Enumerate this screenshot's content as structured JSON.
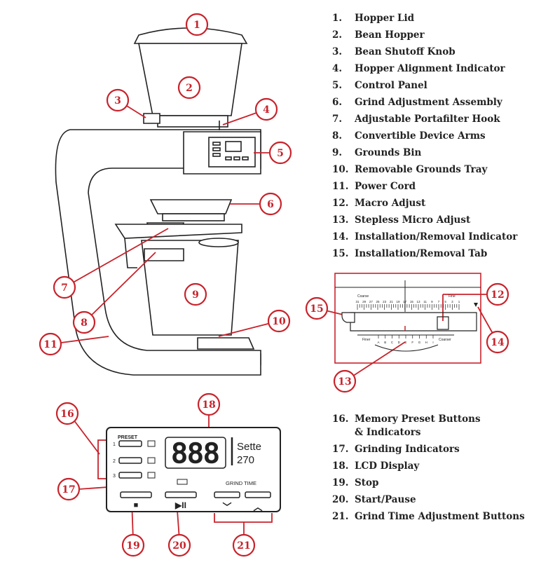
{
  "accent_color": "#c8232c",
  "callouts": [
    "1",
    "2",
    "3",
    "4",
    "5",
    "6",
    "7",
    "8",
    "9",
    "10",
    "11",
    "12",
    "13",
    "14",
    "15",
    "16",
    "17",
    "18",
    "19",
    "20",
    "21"
  ],
  "legend_top": [
    {
      "num": "1.",
      "label": "Hopper Lid"
    },
    {
      "num": "2.",
      "label": "Bean Hopper"
    },
    {
      "num": "3.",
      "label": "Bean Shutoff Knob"
    },
    {
      "num": "4.",
      "label": "Hopper Alignment Indicator"
    },
    {
      "num": "5.",
      "label": "Control Panel"
    },
    {
      "num": "6.",
      "label": "Grind Adjustment Assembly"
    },
    {
      "num": "7.",
      "label": "Adjustable Portafilter Hook"
    },
    {
      "num": "8.",
      "label": "Convertible Device Arms"
    },
    {
      "num": "9.",
      "label": "Grounds Bin"
    },
    {
      "num": "10.",
      "label": "Removable Grounds Tray"
    },
    {
      "num": "11.",
      "label": "Power Cord"
    },
    {
      "num": "12.",
      "label": "Macro Adjust"
    },
    {
      "num": "13.",
      "label": "Stepless Micro Adjust"
    },
    {
      "num": "14.",
      "label": "Installation/Removal Indicator"
    },
    {
      "num": "15.",
      "label": "Installation/Removal Tab"
    }
  ],
  "legend_bottom": [
    {
      "num": "16.",
      "label": "Memory Preset Buttons",
      "label2": "& Indicators"
    },
    {
      "num": "17.",
      "label": "Grinding Indicators"
    },
    {
      "num": "18.",
      "label": "LCD Display"
    },
    {
      "num": "19.",
      "label": "Stop"
    },
    {
      "num": "20.",
      "label": "Start/Pause"
    },
    {
      "num": "21.",
      "label": "Grind Time Adjustment Buttons"
    }
  ],
  "panel": {
    "preset_label": "PRESET",
    "preset_numbers": [
      "1",
      "2",
      "3"
    ],
    "lcd_digits": "888",
    "brand_line1": "Sette",
    "brand_line2": "270",
    "grind_time_label": "GRIND TIME",
    "stop_symbol": "■",
    "start_symbol": "▶II",
    "down_symbol": "﹀",
    "up_symbol": "︿"
  },
  "scale": {
    "coarse_label": "Coarse",
    "fine_label": "Fine",
    "macro_numbers": [
      "31",
      "29",
      "27",
      "25",
      "23",
      "21",
      "19",
      "17",
      "15",
      "13",
      "11",
      "9",
      "7",
      "5",
      "3",
      "1"
    ],
    "micro_letters": [
      "A",
      "B",
      "C",
      "D",
      "E",
      "F",
      "G",
      "H",
      "I"
    ],
    "micro_left_label": "Finer",
    "micro_right_label": "Coarser"
  }
}
